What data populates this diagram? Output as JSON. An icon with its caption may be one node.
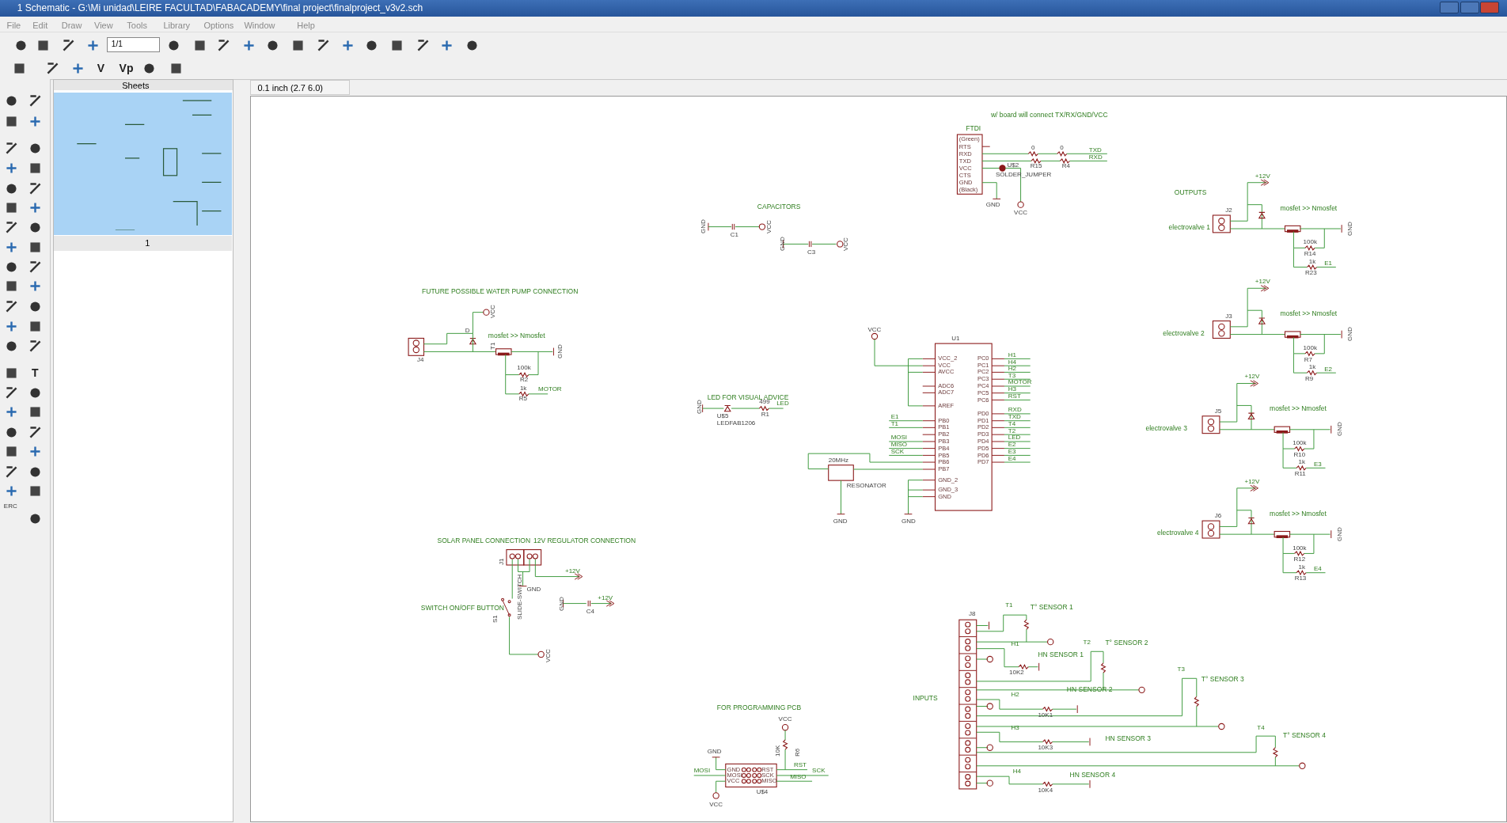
{
  "diagram": {
    "labels": [
      "1 Schematic - G:\\Mi unidad\\LEIRE FACULTAD\\FABACADEMY\\final project\\finalproject_v3v2.sch",
      "File",
      "Edit",
      "Draw",
      "View",
      "Tools",
      "Library",
      "Options",
      "Window",
      "Help",
      "1/1",
      "V",
      "Vp",
      "T",
      "ERC",
      "Sheets",
      "1",
      "0.1 inch (2.7 6.0)",
      "w/ board will connect TX/RX/GND/VCC",
      "FTDI",
      "(Green)",
      "RTS",
      "RXD",
      "TXD",
      "VCC",
      "CTS",
      "GND",
      "(Black)",
      "0",
      "0",
      "U$2",
      "R15",
      "R4",
      "TXD",
      "RXD",
      "SOLDER_JUMPER",
      "CAPACITORS",
      "GND",
      "VCC",
      "GND",
      "C1",
      "VCC",
      "GND",
      "C3",
      "VCC",
      "FUTURE POSSIBLE WATER PUMP CONNECTION",
      "VCC",
      "D",
      "mosfet >> Nmosfet",
      "J4",
      "T1",
      "GND",
      "100k",
      "R2",
      "1k",
      "MOTOR",
      "R5",
      "LED FOR VISUAL ADVICE",
      "GND",
      "U$5",
      "LEDFAB1206",
      "499",
      "R1",
      "LED",
      "VCC",
      "U1",
      "VCC_2",
      "VCC",
      "AVCC",
      "ADC6",
      "ADC7",
      "AREF",
      "PB0",
      "PB1",
      "PB2",
      "PB3",
      "PB4",
      "PB5",
      "PB6",
      "PB7",
      "GND_2",
      "GND_3",
      "GND",
      "PC0",
      "PC1",
      "PC2",
      "PC3",
      "PC4",
      "PC5",
      "PC6",
      "PD0",
      "PD1",
      "PD2",
      "PD3",
      "PD4",
      "PD5",
      "PD6",
      "PD7",
      "H1",
      "H4",
      "H2",
      "T3",
      "MOTOR",
      "H3",
      "RST",
      "RXD",
      "TXD",
      "T4",
      "T2",
      "LED",
      "E2",
      "E3",
      "E4",
      "E1",
      "T1",
      "MOSI",
      "MISO",
      "SCK",
      "20MHz",
      "RESONATOR",
      "GND",
      "GND",
      "OUTPUTS",
      "+12V",
      "electrovalve 1",
      "J2",
      "mosfet >> Nmosfet",
      "100k",
      "R14",
      "1k",
      "E1",
      "R23",
      "GND",
      "+12V",
      "electrovalve 2",
      "J3",
      "mosfet >> Nmosfet",
      "100k",
      "R7",
      "1k",
      "E2",
      "R9",
      "GND",
      "+12V",
      "electrovalve 3",
      "J5",
      "mosfet >> Nmosfet",
      "100k",
      "R10",
      "1k",
      "E3",
      "R11",
      "GND",
      "+12V",
      "electrovalve 4",
      "J6",
      "mosfet >> Nmosfet",
      "100k",
      "R12",
      "1k",
      "E4",
      "R13",
      "GND",
      "SOLAR PANEL CONNECTION",
      "12V REGULATOR CONNECTION",
      "J1",
      "+12V",
      "GND",
      "SLIDE-SWITCH",
      "SWITCH ON/OFF BUTTON",
      "S1",
      "VCC",
      "GND",
      "C4",
      "+12V",
      "FOR PROGRAMMING PCB",
      "VCC",
      "10K",
      "R6",
      "GND",
      "MOSI",
      "RST",
      "SCK",
      "MISO",
      "U$4",
      "VCC",
      "GND",
      "MOSI",
      "VCC",
      "RST",
      "SCK",
      "MISO",
      "INPUTS",
      "J8",
      "T1",
      "T° SENSOR 1",
      "T2",
      "T° SENSOR 2",
      "T3",
      "T° SENSOR 3",
      "T4",
      "T° SENSOR 4",
      "H1",
      "10K2",
      "HN SENSOR 1",
      "H2",
      "10K1",
      "HN SENSOR 2",
      "H3",
      "10K3",
      "HN SENSOR 3",
      "H4",
      "10K4",
      "HN SENSOR 4"
    ]
  }
}
